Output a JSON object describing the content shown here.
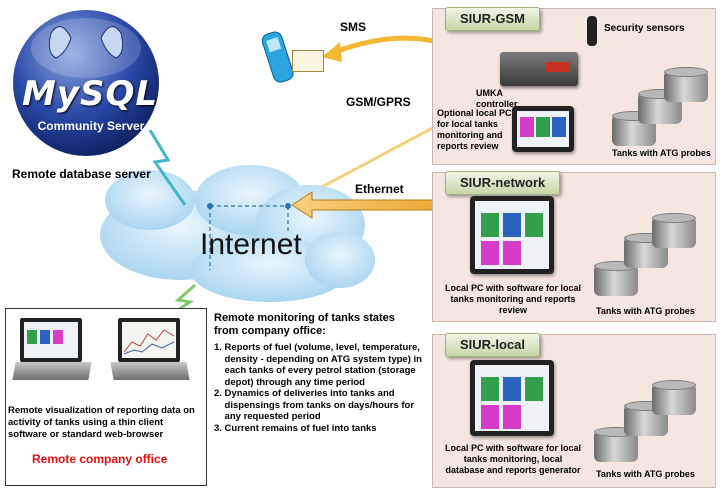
{
  "mysql": {
    "logo_text": "MySQL",
    "subtitle": "Community Server"
  },
  "labels": {
    "remote_db": "Remote database server",
    "internet": "Internet",
    "sms": "SMS",
    "gsm_gprs": "GSM/GPRS",
    "ethernet": "Ethernet",
    "security_sensors": "Security sensors",
    "umka": "UMKA\ncontroller",
    "optional_pc": "Optional local PC\nfor local tanks\nmonitoring and\nreports review"
  },
  "panels": {
    "gsm": {
      "title": "SIUR-GSM",
      "tanks_label": "Tanks with ATG probes"
    },
    "network": {
      "title": "SIUR-network",
      "pc_label": "Local PC with software for local\ntanks monitoring and reports\nreview",
      "tanks_label": "Tanks with ATG probes"
    },
    "local": {
      "title": "SIUR-local",
      "pc_label": "Local PC with software for local\ntanks monitoring, local\ndatabase and reports generator",
      "tanks_label": "Tanks with ATG probes"
    }
  },
  "remote_office": {
    "description": "Remote visualization of reporting data on\nactivity of tanks using a thin client\nsoftware or standard web-browser",
    "title": "Remote company office"
  },
  "monitoring": {
    "heading": "Remote monitoring of tanks states\nfrom company office:",
    "items": [
      "1. Reports of fuel (volume, level, temperature,\n    density - depending on ATG system type) in\n    each tanks of every petrol station (storage\n    depot) through any time period",
      "2. Dynamics of deliveries into tanks and\n    dispensings from tanks on days/hours for\n    any requested period",
      "3. Current remains of fuel into tanks"
    ]
  },
  "colors": {
    "panel_bg": "#f6e6e2",
    "arrow_orange": "#f0a020",
    "arrow_blue": "#5a8fd0",
    "lightning": "#3fb8c8",
    "office_title": "#e01010",
    "mysql_blue": "#1f3f8f"
  }
}
